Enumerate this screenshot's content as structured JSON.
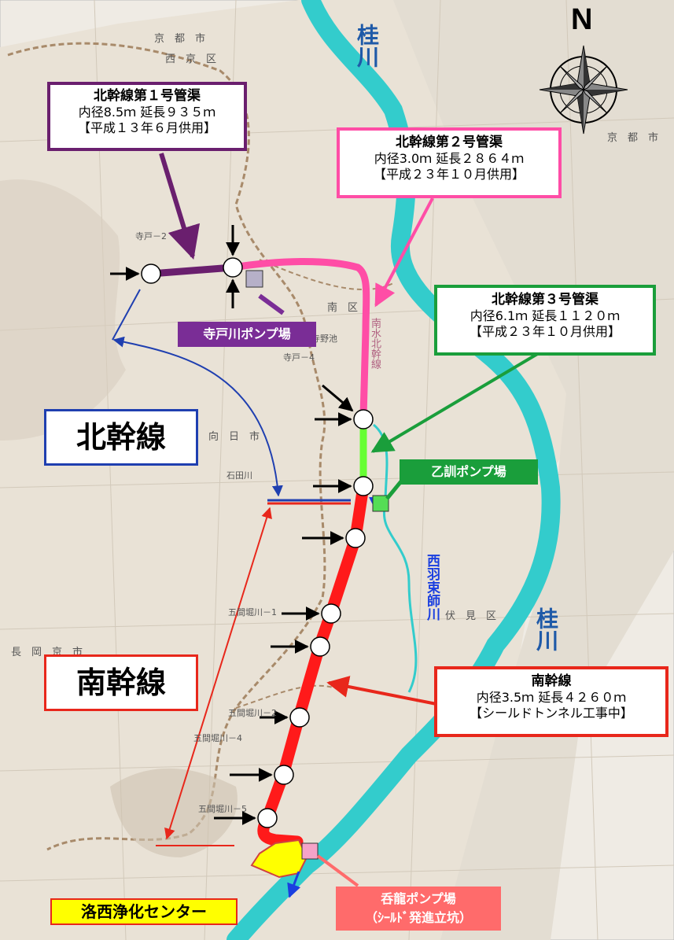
{
  "colors": {
    "river": "#33cccc",
    "line1": "#6a1f6e",
    "line2": "#ff4da6",
    "line3": "#66ff33",
    "south": "#ff1a1a",
    "north_label_border": "#1f3fb0",
    "south_label_border": "#e8271b",
    "pump_teradogawa": "#7a2d96",
    "pump_otokuni": "#1a9e3b",
    "pump_donryu": "#ff6b6b",
    "rakusai": "#ffff00"
  },
  "compass": {
    "label": "N",
    "icon": "compass-rose-icon"
  },
  "rivers": {
    "katsura_upper": "桂川",
    "katsura_lower": "桂川",
    "nishihabashi": "西羽束師川"
  },
  "map_labels": {
    "kyoto_city_top": "京　都　市",
    "nishikyo_ku": "西　京　区",
    "kyoto_city_right": "京　都　市",
    "minami_ku": "南　区",
    "muko_city": "向　日　市",
    "nagaokakyo_city": "長　岡　京　市",
    "fushimi_ku": "伏　見　区",
    "minami_suiko_kansen": "南水北幹線",
    "terado2": "寺戸－2",
    "terado4": "寺戸－4",
    "ishida": "石田川",
    "goken1": "五間堀川－1",
    "goken2": "五間堀川－2",
    "goken4": "五間堀川－4",
    "goken5": "五間堀川－5",
    "teranoike": "寺野池"
  },
  "callouts": {
    "line1": {
      "title": "北幹線第１号管渠",
      "spec": "内径8.5ｍ 延長９３５ｍ",
      "date": "【平成１３年６月供用】"
    },
    "line2": {
      "title": "北幹線第２号管渠",
      "spec": "内径3.0ｍ 延長２８６４ｍ",
      "date": "【平成２３年１０月供用】"
    },
    "line3": {
      "title": "北幹線第３号管渠",
      "spec": "内径6.1ｍ 延長１１２０ｍ",
      "date": "【平成２３年１０月供用】"
    },
    "south": {
      "title": "南幹線",
      "spec": "内径3.5ｍ 延長４２６０ｍ",
      "date": "【シールドトンネル工事中】"
    }
  },
  "big_labels": {
    "north": "北幹線",
    "south": "南幹線"
  },
  "facilities": {
    "teradogawa": "寺戸川ポンプ場",
    "otokuni": "乙訓ポンプ場",
    "donryu_line1": "呑龍ポンプ場",
    "donryu_line2": "（ｼｰﾙﾄﾞ発進立坑）",
    "rakusai": "洛西浄化センター"
  }
}
